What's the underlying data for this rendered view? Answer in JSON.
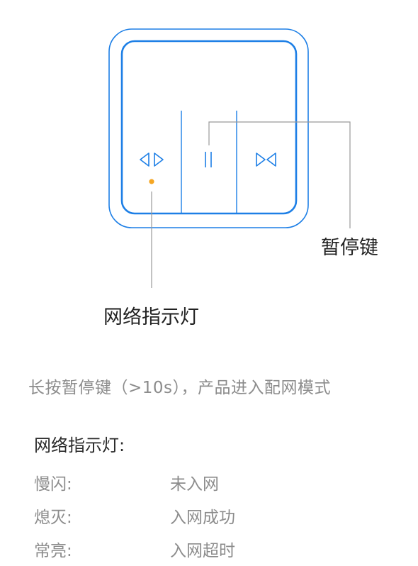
{
  "diagram": {
    "pause_key_label": "暂停键",
    "network_indicator_label": "网络指示灯",
    "colors": {
      "accent": "#1d7fe6",
      "indicator": "#f5a623",
      "leader": "#999999"
    }
  },
  "instruction": "长按暂停键（>10s），产品进入配网模式",
  "legend": {
    "title": "网络指示灯:",
    "rows": [
      {
        "state": "慢闪:",
        "meaning": "未入网"
      },
      {
        "state": "熄灭:",
        "meaning": "入网成功"
      },
      {
        "state": "常亮:",
        "meaning": "入网超时"
      }
    ]
  }
}
